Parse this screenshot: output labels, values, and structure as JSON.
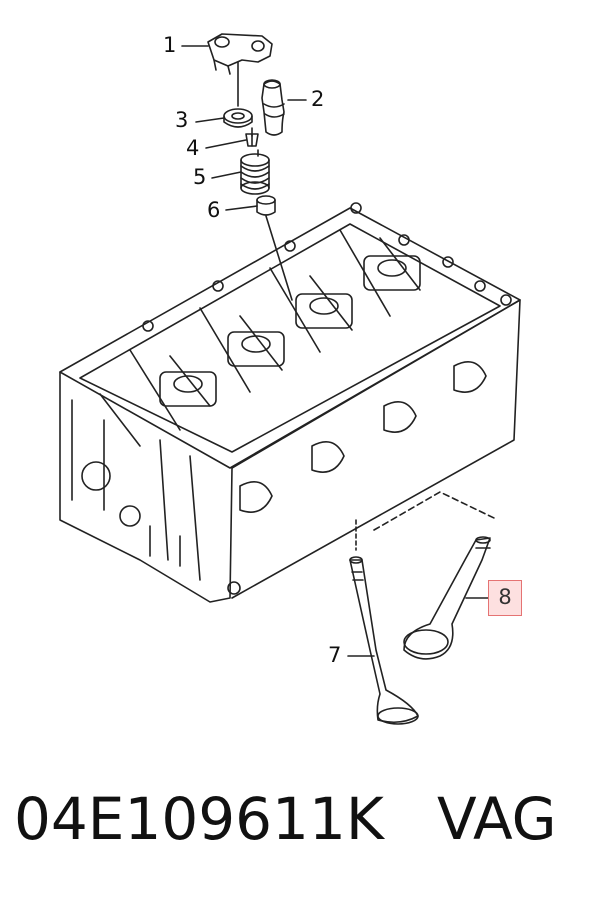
{
  "callouts": [
    {
      "id": "1",
      "label": "1"
    },
    {
      "id": "2",
      "label": "2"
    },
    {
      "id": "3",
      "label": "3"
    },
    {
      "id": "4",
      "label": "4"
    },
    {
      "id": "5",
      "label": "5"
    },
    {
      "id": "6",
      "label": "6"
    },
    {
      "id": "7",
      "label": "7"
    },
    {
      "id": "8",
      "label": "8",
      "highlighted": true
    }
  ],
  "footer": {
    "part_number": "04E109611K",
    "brand": "VAG"
  },
  "colors": {
    "line": "#222222",
    "highlight_border": "#e57373",
    "highlight_fill": "#fde0e0"
  }
}
